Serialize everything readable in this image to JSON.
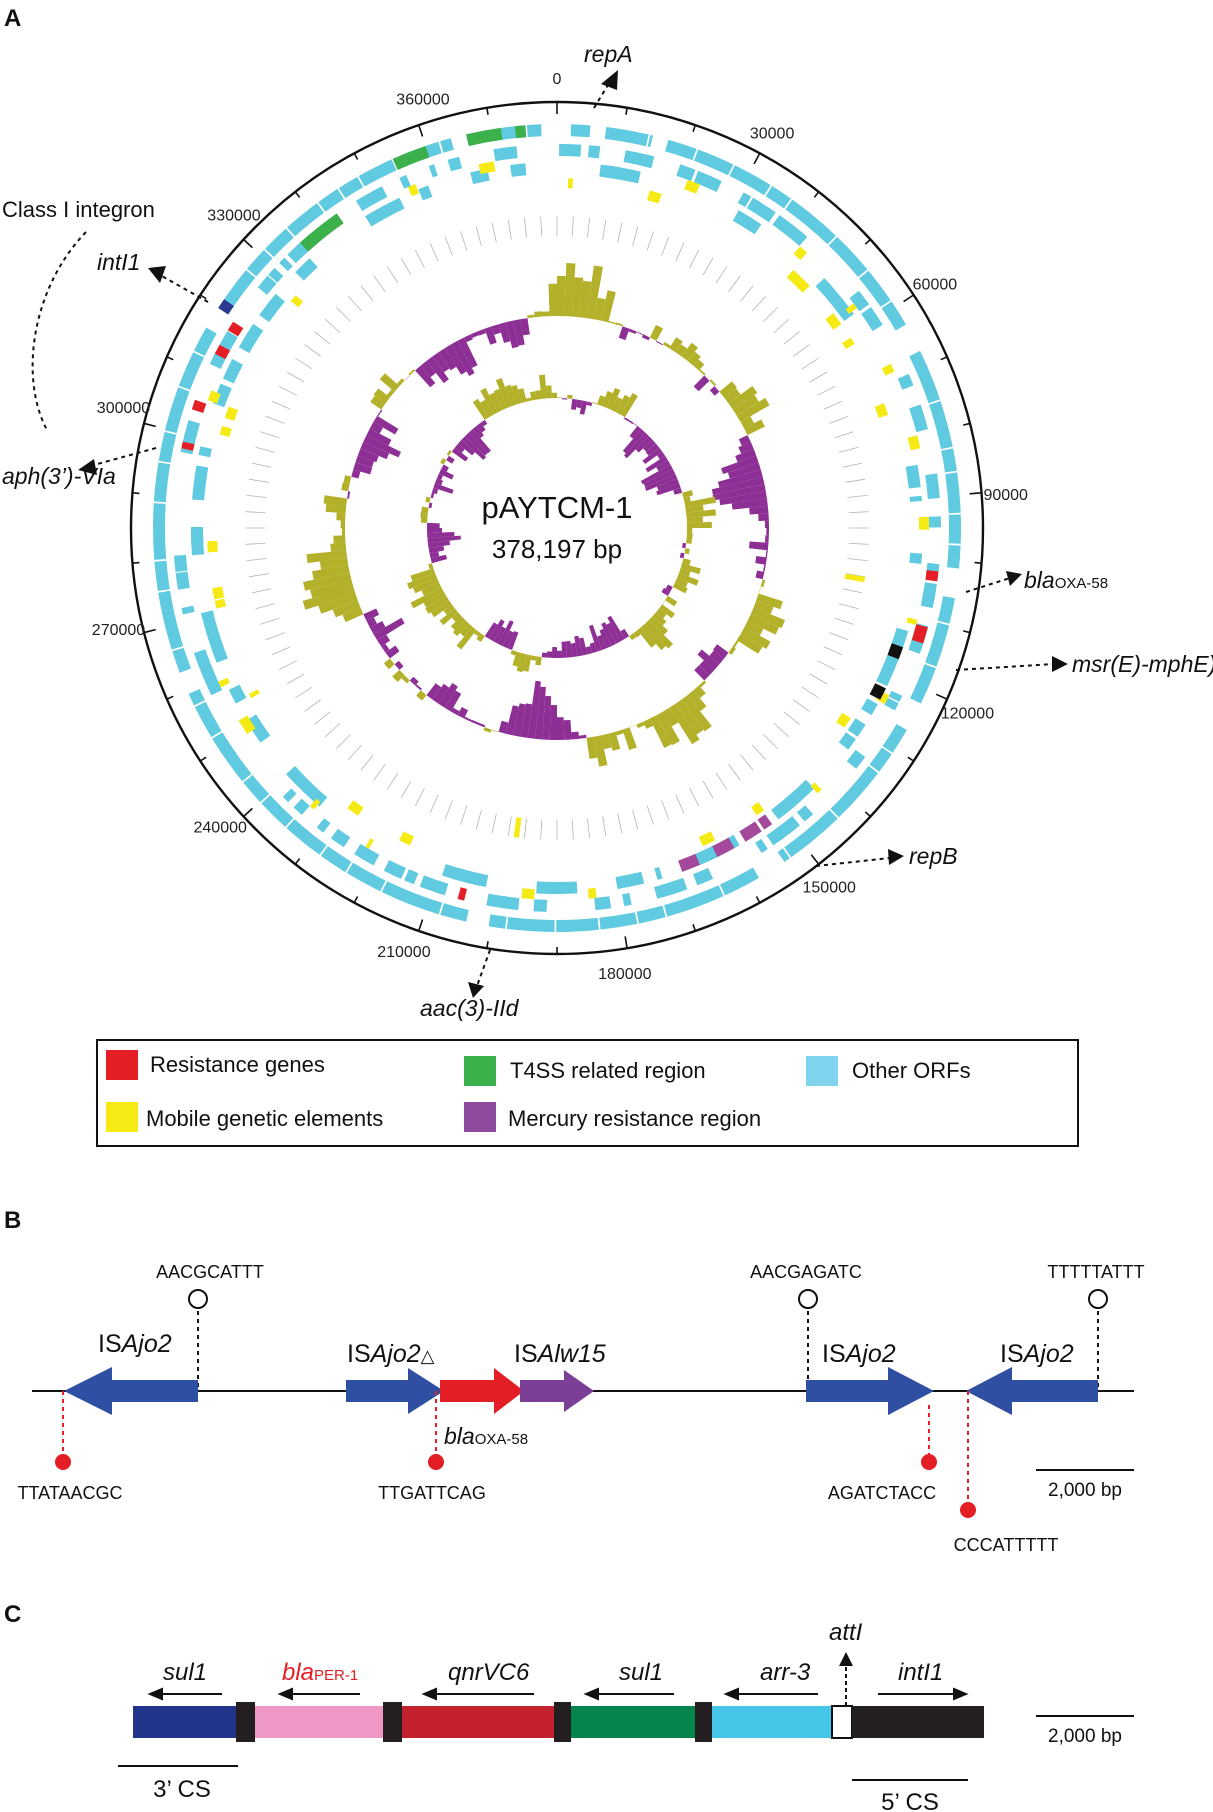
{
  "panels": {
    "a": "A",
    "b": "B",
    "c": "C"
  },
  "plasmid": {
    "name": "pAYTCM-1",
    "size_label": "378,197 bp",
    "length_bp": 378197,
    "tick_labels": [
      "0",
      "30000",
      "60000",
      "90000",
      "120000",
      "150000",
      "180000",
      "210000",
      "240000",
      "270000",
      "300000",
      "330000",
      "360000"
    ],
    "tick_positions": [
      0,
      30000,
      60000,
      90000,
      120000,
      150000,
      180000,
      210000,
      240000,
      270000,
      300000,
      330000,
      360000
    ],
    "annotations": [
      {
        "label": "repA",
        "italic": true
      },
      {
        "label": "Class I integron",
        "italic": false
      },
      {
        "label": "intI1",
        "italic": true
      },
      {
        "label": "aph(3’)-VIa",
        "italic": true
      },
      {
        "label": "bla",
        "sub": "OXA-58",
        "italic": true
      },
      {
        "label": "msr(E)-mphE)",
        "italic": true
      },
      {
        "label": "repB",
        "italic": true
      },
      {
        "label": "aac(3)-IId",
        "italic": true
      }
    ],
    "feature_colors": {
      "resistance": "#e31e24",
      "t4ss": "#3cb04a",
      "orf": "#5fcae0",
      "mobile": "#f5ea14",
      "mercury": "#a3489a",
      "black": "#111111",
      "navy": "#2b3990",
      "gc_skew_positive": "#b3b02a",
      "gc_skew_negative": "#8e2f95",
      "backbone": "#c8c8c8"
    }
  },
  "legend": {
    "items": [
      {
        "label": "Resistance genes",
        "color": "#e31e24"
      },
      {
        "label": "T4SS related region",
        "color": "#3cb04a"
      },
      {
        "label": "Other ORFs",
        "color": "#7fd3ec"
      },
      {
        "label": "Mobile genetic elements",
        "color": "#f5ea14"
      },
      {
        "label": "Mercury resistance region",
        "color": "#8e4a9c"
      }
    ]
  },
  "panel_b": {
    "elements": [
      {
        "prefix": "IS",
        "name": "Ajo2",
        "suffix": ""
      },
      {
        "prefix": "IS",
        "name": "Ajo2",
        "suffix": "△"
      },
      {
        "prefix": "IS",
        "name": "Alw15",
        "suffix": ""
      },
      {
        "prefix": "IS",
        "name": "Ajo2",
        "suffix": ""
      },
      {
        "prefix": "IS",
        "name": "Ajo2",
        "suffix": ""
      }
    ],
    "bla_label": {
      "label": "bla",
      "sub": "OXA-58"
    },
    "open_sites": [
      "AACGCATTT",
      "AACGAGATC",
      "TTTTTATTT"
    ],
    "red_sites": [
      "TTATAACGC",
      "TTGATTCAG",
      "AGATCTACC",
      "CCCATTTTT"
    ],
    "scale": "2,000 bp",
    "colors": {
      "is_blue": "#2f4fa2",
      "bla": "#e31e24",
      "alw": "#7b3f98",
      "site_red": "#e31e24"
    }
  },
  "panel_c": {
    "genes": [
      {
        "label": "sul1",
        "sub": "",
        "color": "#22348c"
      },
      {
        "label": "bla",
        "sub": "PER-1",
        "color": "#ef97c5"
      },
      {
        "label": "qnrVC6",
        "sub": "",
        "color": "#c4212f"
      },
      {
        "label": "sul1",
        "sub": "",
        "color": "#06844d"
      },
      {
        "label": "arr-3",
        "sub": "",
        "color": "#45c6e8"
      }
    ],
    "intI1_label": "intI1",
    "attI_label": "attI",
    "cs3_label": "3’ CS",
    "cs5_label": "5’ CS",
    "scale": "2,000 bp",
    "label_color": "#e31e24"
  }
}
